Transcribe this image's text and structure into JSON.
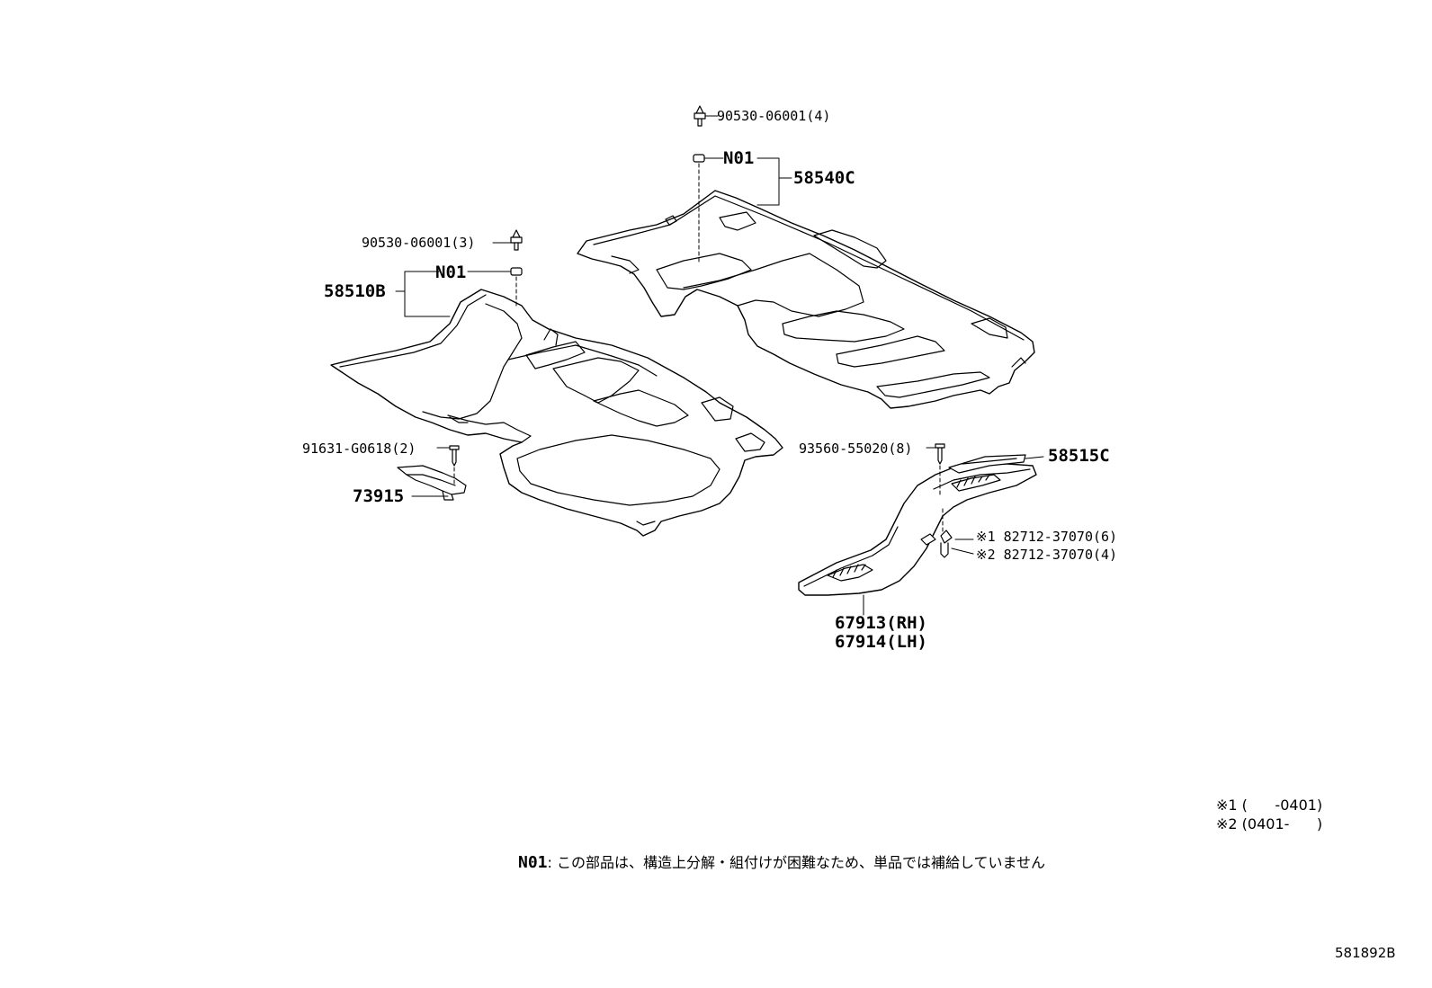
{
  "labels": {
    "p1": "90530-06001(4)",
    "p2": "N01",
    "p3": "58540C",
    "p4": "90530-06001(3)",
    "p5": "N01",
    "p6": "58510B",
    "p7": "91631-G0618(2)",
    "p8": "73915",
    "p9": "93560-55020(8)",
    "p10": "58515C",
    "p11": "※1 82712-37070(6)",
    "p12": "※2 82712-37070(4)",
    "p13": "67913(RH)",
    "p14": "67914(LH)"
  },
  "legend": {
    "l1": "※1 (      -0401)",
    "l2": "※2 (0401-      )"
  },
  "footnote": {
    "code": "N01",
    "text": ": この部品は、構造上分解・組付けが困難なため、単品では補給していません"
  },
  "illustration_id": "581892B"
}
